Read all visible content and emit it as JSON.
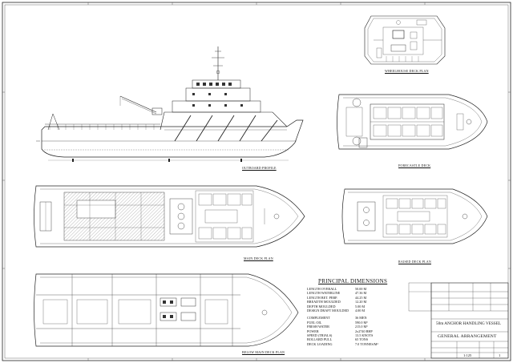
{
  "labels": {
    "wheelhouse": "WHEELHOUSE DECK PLAN",
    "outboard": "OUTBOARD PROFILE",
    "forecastle": "FORECASTLE DECK",
    "main_deck": "MAIN DECK PLAN",
    "raised_deck": "RAISED DECK PLAN",
    "below_main": "BELOW MAIN DECK PLAN"
  },
  "principal_dimensions": {
    "title": "PRINCIPAL DIMENSIONS",
    "group1": [
      {
        "label": "LENGTH OVERALL",
        "value": "50.00 M"
      },
      {
        "label": "LENGTH WATERLINE",
        "value": "47.36 M"
      },
      {
        "label": "LENGTH BET. PERP.",
        "value": "44.25 M"
      },
      {
        "label": "BREADTH MOULDED",
        "value": "12.20 M"
      },
      {
        "label": "DEPTH MOULDED",
        "value": "5.00 M"
      },
      {
        "label": "DESIGN DRAFT MOULDED",
        "value": "4.00 M"
      }
    ],
    "group2": [
      {
        "label": "COMPLEMENT",
        "value": "36 MEN"
      },
      {
        "label": "FUEL OIL",
        "value": "590.0 M³"
      },
      {
        "label": "FRESH WATER",
        "value": "215.0 M³"
      },
      {
        "label": "POWER",
        "value": "2x2740 BHP"
      },
      {
        "label": "SPEED (TRIALS)",
        "value": "13.5 KNOTS"
      },
      {
        "label": "BOLLARD PULL",
        "value": "65 TONS"
      },
      {
        "label": "DECK LOADING",
        "value": "7.0 TONNES/M²"
      }
    ]
  },
  "title_block": {
    "vessel": "50m ANCHOR HANDLING VESSEL",
    "drawing": "GENERAL ARRANGEMENT",
    "scale": "1:125",
    "sheet": "1"
  }
}
